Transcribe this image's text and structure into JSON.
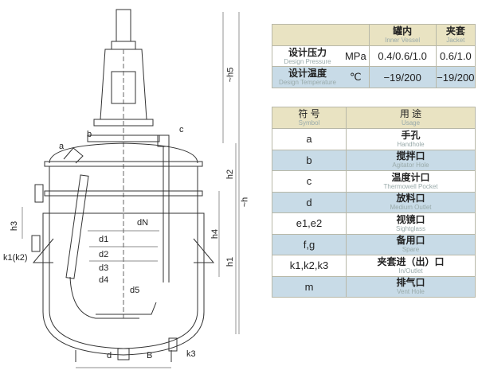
{
  "drawing": {
    "labels": {
      "a": "a",
      "b": "b",
      "c": "c",
      "dN": "dN",
      "d1": "d1",
      "d2": "d2",
      "d3": "d3",
      "d4": "d4",
      "d5": "d5",
      "h3": "h3",
      "k1k2": "k1(k2)",
      "h4": "h4",
      "h1": "h1",
      "h2": "h2",
      "h": "~h",
      "h5": "~h5",
      "d": "d",
      "B": "B",
      "k3": "k3"
    }
  },
  "design_table": {
    "headers": [
      {
        "cn": "罐内",
        "en": "Inner Vessel"
      },
      {
        "cn": "夹套",
        "en": "Jacket"
      }
    ],
    "rows": [
      {
        "cn": "设计压力",
        "en": "Design Pressure",
        "unit": "MPa",
        "inner": "0.4/0.6/1.0",
        "jacket": "0.6/1.0"
      },
      {
        "cn": "设计温度",
        "en": "Design Temperature",
        "unit": "℃",
        "inner": "−19/200",
        "jacket": "−19/200"
      }
    ]
  },
  "nozzle_table": {
    "headers": [
      {
        "cn": "符 号",
        "en": "Symbol"
      },
      {
        "cn": "用 途",
        "en": "Usage"
      }
    ],
    "rows": [
      {
        "symbol": "a",
        "cn": "手孔",
        "en": "Handhole"
      },
      {
        "symbol": "b",
        "cn": "搅拌口",
        "en": "Agitator Hole"
      },
      {
        "symbol": "c",
        "cn": "温度计口",
        "en": "Thermowell Pocket"
      },
      {
        "symbol": "d",
        "cn": "放料口",
        "en": "Medium Outlet"
      },
      {
        "symbol": "e1,e2",
        "cn": "视镜口",
        "en": "Sightglass"
      },
      {
        "symbol": "f,g",
        "cn": "备用口",
        "en": "Spare"
      },
      {
        "symbol": "k1,k2,k3",
        "cn": "夹套进（出）口",
        "en": "In/Outlet"
      },
      {
        "symbol": "m",
        "cn": "排气口",
        "en": "Vent Hole"
      }
    ]
  }
}
